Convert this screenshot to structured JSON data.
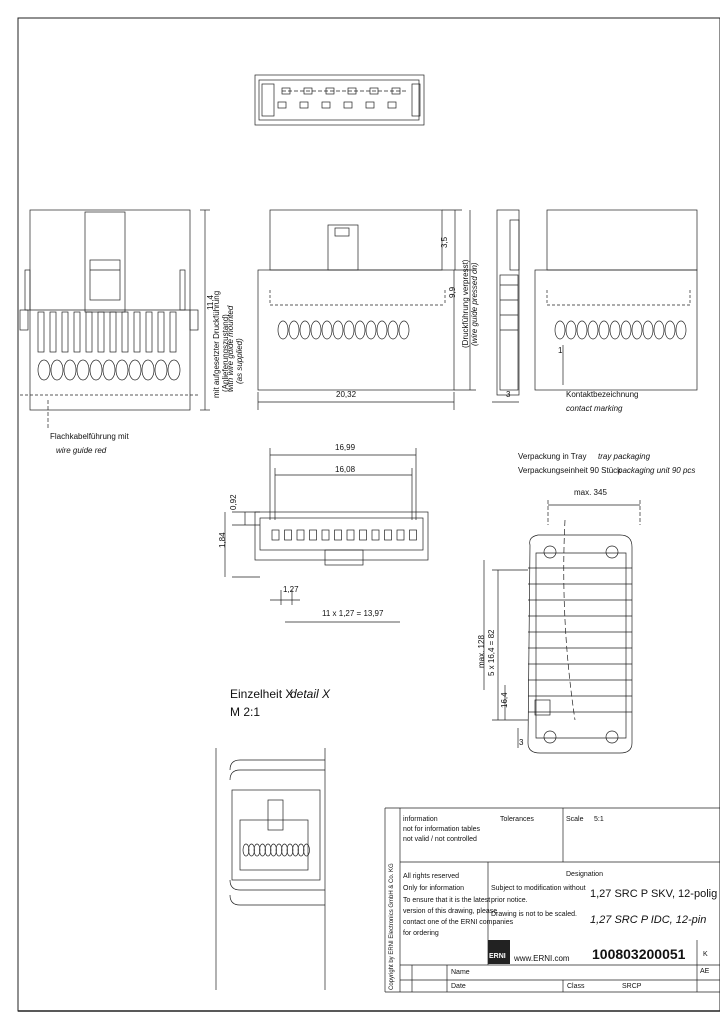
{
  "dimensions": {
    "height_11_4": "11,4",
    "height_3_5": "3,5",
    "height_9_9": "9,9",
    "width_20_32": "20,32",
    "depth_3": "3",
    "width_16_99": "16,99",
    "width_16_08": "16,08",
    "pitch_0_92": "0,92",
    "pitch_1_84": "1,84",
    "pitch_1_27": "1,27",
    "pitch_total": "11 x 1,27 = 13,97",
    "tray_max_345": "max. 345",
    "tray_max_128": "max. 128",
    "tray_pitch": "5 x 16,4 = 82",
    "tray_16_4": "16,4",
    "tray_3": "3"
  },
  "notes": {
    "unloaded_de": "mit aufgesetzter Druckführung",
    "unloaded_de2": "(Anlieferungszustand)",
    "unloaded_en": "with wire guide mounted",
    "unloaded_en2": "(as supplied)",
    "loaded_de": "(Druckführung verpresst)",
    "loaded_en": "(wire guide pressed on)",
    "wire_guide_de": "Flachkabelführung mit",
    "wire_guide_en": "wire guide red",
    "contact_de": "Kontaktbezeichnung",
    "contact_en": "contact marking",
    "pin_mark": "1",
    "tray_de": "Verpackung in Tray",
    "tray_en": "tray packaging",
    "tray_unit_de": "Verpackungseinheit 90 Stück",
    "tray_unit_en": "packaging unit 90 pcs",
    "detail_de": "Einzelheit X",
    "detail_en": "detail X",
    "detail_scale": "M 2:1"
  },
  "title_block": {
    "info_1": "information",
    "info_2": "not for information tables",
    "info_3": "not valid / not controlled",
    "tolerances_label": "Tolerances",
    "scale_label": "Scale",
    "scale_value": "5:1",
    "rights_reserved": "All rights reserved",
    "only_info": "Only for information",
    "info_note_1": "To ensure that it is the latest",
    "info_note_2": "version of this drawing, please",
    "info_note_3": "contact one of the ERNI companies",
    "info_note_4": "for ordering",
    "designation_label": "Designation",
    "subject_1": "Subject to modification without",
    "subject_2": "prior notice.",
    "drawing_note": "Drawing is not to be scaled.",
    "designation_de": "1,27 SRC P SKV, 12-polig",
    "designation_en": "1,27 SRC P IDC, 12-pin",
    "erni_logo": "ERNI",
    "website": "www.ERNI.com",
    "part_number": "100803200051",
    "sheet_mark": "K",
    "revision": "AE",
    "name_label": "Name",
    "date_label": "Date",
    "class_label": "Class",
    "class_value": "SRCP",
    "side_text": "Copyright by ERNI Electronics GmbH & Co. KG"
  }
}
